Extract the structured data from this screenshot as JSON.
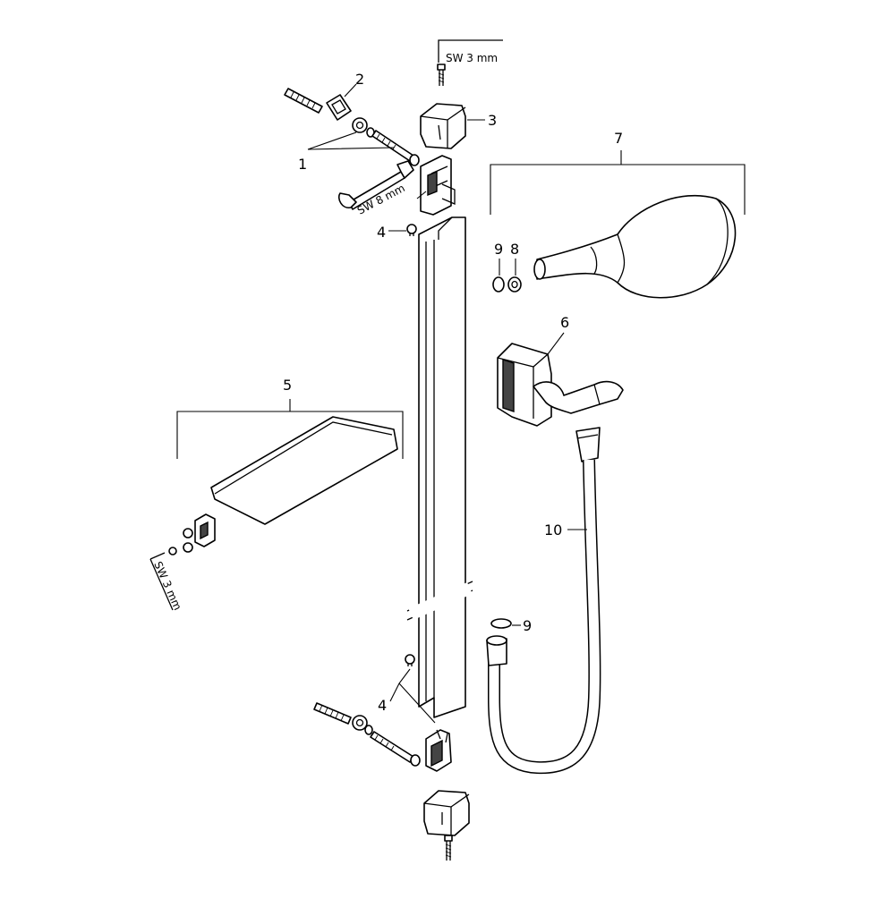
{
  "callouts": {
    "c1": "1",
    "c2": "2",
    "c3": "3",
    "c4_top": "4",
    "c4_bottom": "4",
    "c5": "5",
    "c6": "6",
    "c7": "7",
    "c8": "8",
    "c9_top": "9",
    "c9_bottom": "9",
    "c10": "10"
  },
  "tools": {
    "hex_key_top": "SW 3 mm",
    "wrench": "SW 8 mm",
    "hex_key_left": "SW 3 mm"
  },
  "colors": {
    "line": "#000000",
    "background": "#ffffff"
  }
}
